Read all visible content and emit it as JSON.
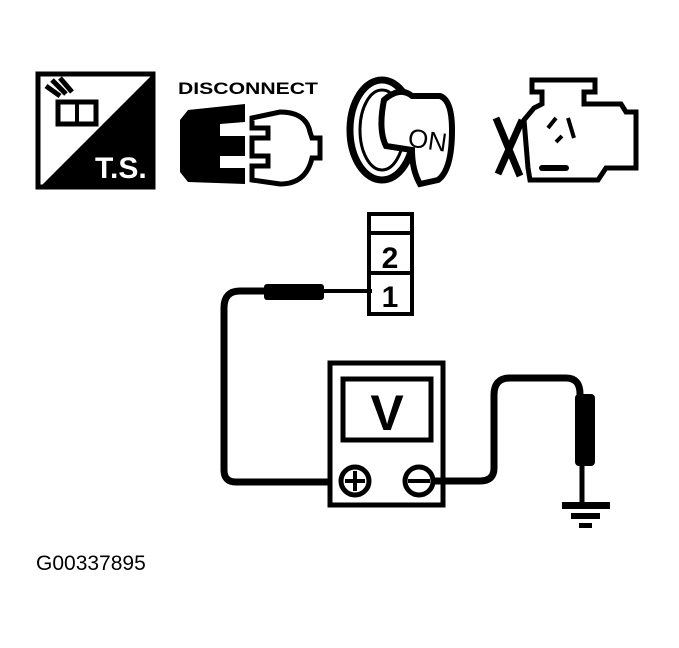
{
  "icons": [
    {
      "name": "test-switch-icon",
      "label": "T.S."
    },
    {
      "name": "disconnect-icon",
      "label": "DISCONNECT"
    },
    {
      "name": "ignition-on-icon",
      "label": "ON"
    },
    {
      "name": "engine-off-icon",
      "label": ""
    }
  ],
  "connector": {
    "pins": [
      "2",
      "1"
    ],
    "probe_pin": "1"
  },
  "meter": {
    "display": "V",
    "positive_terminal": "+",
    "negative_terminal": "−"
  },
  "ground": {
    "label": ""
  },
  "caption": "G00337895",
  "colors": {
    "ink": "#000000",
    "paper": "#ffffff"
  }
}
